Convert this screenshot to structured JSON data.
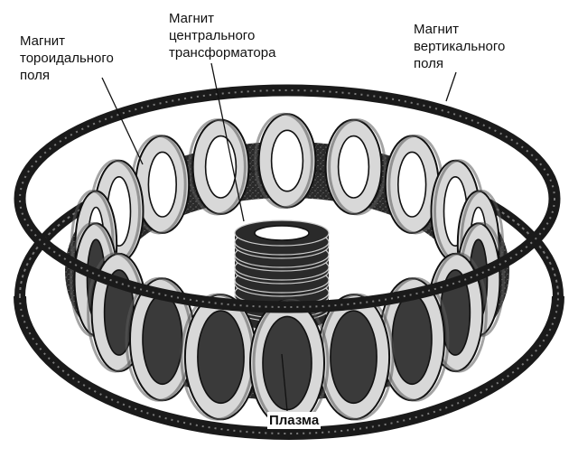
{
  "labels": {
    "toroidal": {
      "lines": [
        "Магнит",
        "тороидального",
        "поля"
      ]
    },
    "central": {
      "lines": [
        "Магнит",
        "центрального",
        "трансформатора"
      ]
    },
    "vertical": {
      "lines": [
        "Магнит",
        "вертикального",
        "поля"
      ]
    },
    "plasma": "Плазма"
  },
  "colors": {
    "ink": "#111111",
    "dark_metal": "#2a2a2a",
    "mid_metal": "#5a5a5a",
    "light_metal": "#d8d8d8",
    "background": "#ffffff"
  },
  "diagram": {
    "toroidal_coil_count": 18,
    "central_stack_disks": 7,
    "vertical_field_rings": 2
  }
}
